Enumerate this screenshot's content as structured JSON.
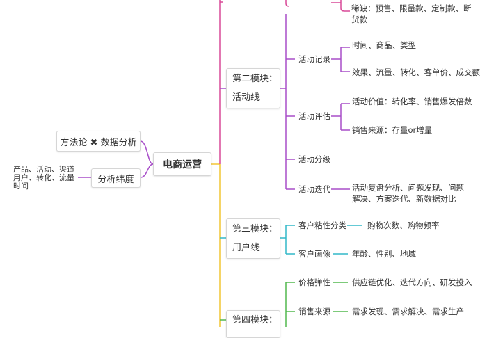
{
  "colors": {
    "center_purple": "#d94a98",
    "module2_purple": "#a84ec9",
    "module3_cyan": "#32b9c9",
    "module4_green": "#52b84e",
    "trunk_yellow": "#f2c534",
    "left_purple": "#a84ec9"
  },
  "center": {
    "label": "电商运营"
  },
  "left": {
    "methodology": "方法论 ✖ 数据分析",
    "dimension": "分析纬度",
    "dimension_detail": "产品、活动、渠道 用户、转化、流量 时间"
  },
  "modules": [
    {
      "line1": "第二模块：",
      "line2": "活动线"
    },
    {
      "line1": "第三模块：",
      "line2": "用户线"
    },
    {
      "line1": "第四模块：",
      "line2": ""
    }
  ],
  "top_cut": {
    "detail": "稀缺：预售、限量款、定制款、断货款"
  },
  "module2": {
    "branches": [
      {
        "label": "活动记录",
        "leaves": [
          "时间、商品、类型",
          "效果、流量、转化、客单价、成交额"
        ]
      },
      {
        "label": "活动评估",
        "leaves": [
          "活动价值：转化率、销售爆发倍数",
          "销售来源：存量or增量"
        ]
      },
      {
        "label": "活动分级",
        "leaves": []
      },
      {
        "label": "活动迭代",
        "leaves": [
          "活动复盘分析、问题发现、问题解决、方案迭代、新数据对比"
        ]
      }
    ]
  },
  "module3": {
    "branches": [
      {
        "label": "客户粘性分类",
        "leaf": "购物次数、购物频率"
      },
      {
        "label": "客户画像",
        "leaf": "年龄、性别、地域"
      }
    ]
  },
  "module4": {
    "branches": [
      {
        "label": "价格弹性",
        "leaf": "供应链优化、迭代方向、研发投入"
      },
      {
        "label": "销售来源",
        "leaf": "需求发现、需求解决、需求生产"
      }
    ]
  }
}
